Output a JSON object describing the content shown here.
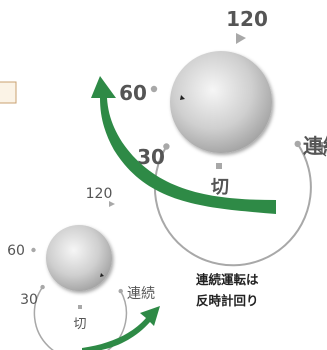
{
  "large_dial": {
    "positions": {
      "off": "切",
      "m30": "30",
      "m60": "60",
      "m120": "120",
      "continuous": "連続"
    },
    "arrow_color": "#2e8a46"
  },
  "small_dial": {
    "positions": {
      "off": "切",
      "m30": "30",
      "m60": "60",
      "m120": "120",
      "continuous": "連続"
    },
    "arrow_color": "#2e8a46"
  },
  "note": {
    "line1": "連続運転は",
    "line2": "反時計回り"
  },
  "colors": {
    "ring": "#a8a8a8",
    "knob_light": "#f4f4f4",
    "knob_dark": "#9c9c9c",
    "text": "#555555",
    "edge_box": "#c8a070",
    "edge_box_fill": "#fbf3e6"
  }
}
